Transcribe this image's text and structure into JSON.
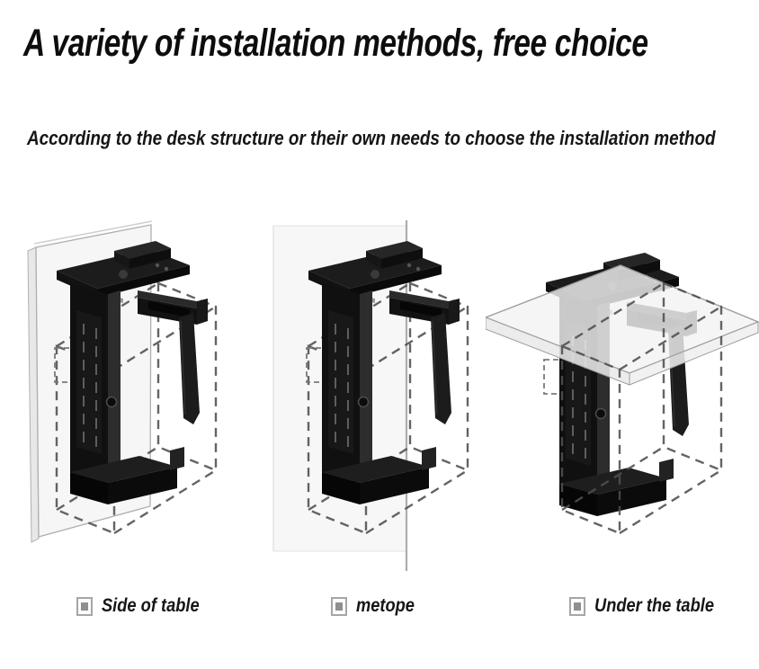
{
  "title": "A variety of installation methods, free choice",
  "subtitle": "According to the desk structure or their own needs to choose the installation method",
  "methods": [
    {
      "label": "Side of table",
      "icon": "checkbox-square-icon"
    },
    {
      "label": "metope",
      "icon": "checkbox-square-icon"
    },
    {
      "label": "Under the table",
      "icon": "checkbox-square-icon"
    }
  ],
  "illustrations": [
    {
      "name": "cpu-holder-mounted-on-side-of-table"
    },
    {
      "name": "cpu-holder-mounted-on-wall"
    },
    {
      "name": "cpu-holder-mounted-under-table"
    }
  ],
  "colors": {
    "background": "#ffffff",
    "text": "#111111",
    "bracket_black": "#101010",
    "surface_fill": "#f6f6f6",
    "surface_stroke": "#aeaeae",
    "dashed_outline": "#4f4f4f",
    "bullet_border": "#a6a6a6",
    "bullet_fill": "#8f8f8f"
  }
}
